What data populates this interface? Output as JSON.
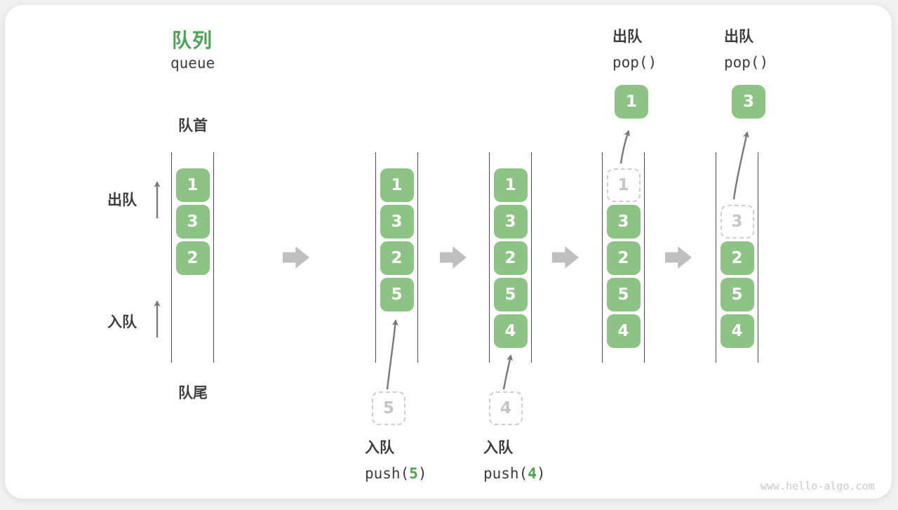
{
  "title": {
    "zh": "队列",
    "en": "queue"
  },
  "side_labels": {
    "front": "队首",
    "rear": "队尾",
    "dequeue": "出队",
    "enqueue": "入队"
  },
  "watermark": "www.hello-algo.com",
  "colors": {
    "accent_green": "#4ca353",
    "cell_green": "#8dc384",
    "text_dark": "#3c3c3c",
    "rail_gray": "#4d4d4d",
    "muted_gray": "#c9c9c9"
  },
  "states": [
    {
      "cells": [
        {
          "row": 0,
          "value": "1",
          "variant": "solid"
        },
        {
          "row": 1,
          "value": "3",
          "variant": "solid"
        },
        {
          "row": 2,
          "value": "2",
          "variant": "solid"
        }
      ]
    },
    {
      "cells": [
        {
          "row": 0,
          "value": "1",
          "variant": "solid"
        },
        {
          "row": 1,
          "value": "3",
          "variant": "solid"
        },
        {
          "row": 2,
          "value": "2",
          "variant": "solid"
        },
        {
          "row": 3,
          "value": "5",
          "variant": "solid"
        }
      ],
      "pending": {
        "value": "5"
      },
      "caption": {
        "zh": "入队",
        "code_pre": "push(",
        "arg": "5",
        "code_post": ")"
      }
    },
    {
      "cells": [
        {
          "row": 0,
          "value": "1",
          "variant": "solid"
        },
        {
          "row": 1,
          "value": "3",
          "variant": "solid"
        },
        {
          "row": 2,
          "value": "2",
          "variant": "solid"
        },
        {
          "row": 3,
          "value": "5",
          "variant": "solid"
        },
        {
          "row": 4,
          "value": "4",
          "variant": "solid"
        }
      ],
      "pending": {
        "value": "4"
      },
      "caption": {
        "zh": "入队",
        "code_pre": "push(",
        "arg": "4",
        "code_post": ")"
      }
    },
    {
      "cells": [
        {
          "row": 0,
          "value": "1",
          "variant": "dashed"
        },
        {
          "row": 1,
          "value": "3",
          "variant": "solid"
        },
        {
          "row": 2,
          "value": "2",
          "variant": "solid"
        },
        {
          "row": 3,
          "value": "5",
          "variant": "solid"
        },
        {
          "row": 4,
          "value": "4",
          "variant": "solid"
        }
      ],
      "popped": {
        "value": "1"
      },
      "header": {
        "zh": "出队",
        "code": "pop()"
      }
    },
    {
      "cells": [
        {
          "row": 1,
          "value": "3",
          "variant": "dashed"
        },
        {
          "row": 2,
          "value": "2",
          "variant": "solid"
        },
        {
          "row": 3,
          "value": "5",
          "variant": "solid"
        },
        {
          "row": 4,
          "value": "4",
          "variant": "solid"
        }
      ],
      "popped": {
        "value": "3"
      },
      "header": {
        "zh": "出队",
        "code": "pop()"
      }
    }
  ]
}
